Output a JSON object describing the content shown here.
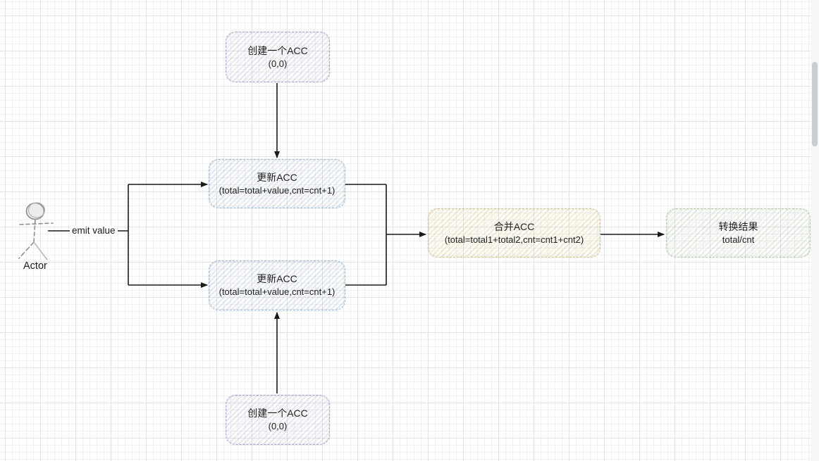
{
  "canvas": {
    "background": "#ffffff",
    "grid_minor_color": "#f1f1f4",
    "grid_major_color": "#e3e3e7",
    "connector_color": "#1a1a1a"
  },
  "diagram": {
    "nodes": [
      {
        "id": "create-top",
        "title": "创建一个ACC",
        "subtitle": "(0,0)",
        "accent": "#b2a5d6"
      },
      {
        "id": "update-top",
        "title": "更新ACC",
        "subtitle": "(total=total+value,cnt=cnt+1)",
        "accent": "#a3bfdd"
      },
      {
        "id": "update-bottom",
        "title": "更新ACC",
        "subtitle": "(total=total+value,cnt=cnt+1)",
        "accent": "#a3bfdd"
      },
      {
        "id": "create-bottom",
        "title": "创建一个ACC",
        "subtitle": "(0,0)",
        "accent": "#b2a5d6"
      },
      {
        "id": "merge",
        "title": "合并ACC",
        "subtitle": "(total=total1+total2,cnt=cnt1+cnt2)",
        "accent": "#d6c994"
      },
      {
        "id": "result",
        "title": "转换结果",
        "subtitle": "total/cnt",
        "accent": "#b6d2aa"
      }
    ],
    "actor": {
      "label": "Actor"
    },
    "edge_label": "emit value"
  }
}
